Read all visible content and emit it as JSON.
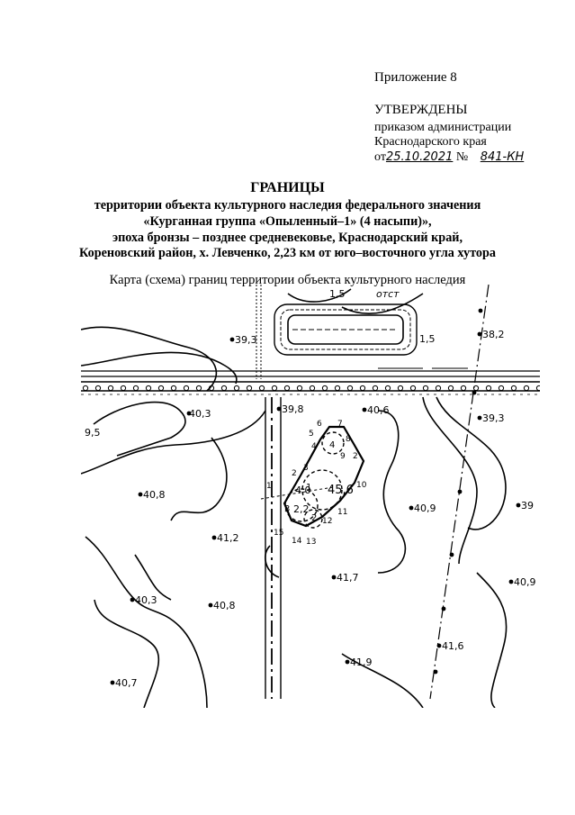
{
  "header": {
    "annex": "Приложение 8",
    "approved": "УТВЕРЖДЕНЫ",
    "approved_by": "приказом администрации",
    "approved_org": "Краснодарского края",
    "date_prefix": "от",
    "date_value": "25.10.2021",
    "number_prefix": "№",
    "number_value": "841-КН"
  },
  "title": {
    "main": "ГРАНИЦЫ",
    "line1": "территории объекта культурного наследия федерального значения",
    "line2": "«Курганная группа «Опыленный–1» (4 насыпи)»,",
    "line3": "эпоха бронзы – позднее средневековье, Краснодарский край,",
    "line4": "Кореновский район, х. Левченко, 2,23 км от юго–восточного угла хутора"
  },
  "map": {
    "caption": "Карта (схема) границ территории объекта культурного наследия",
    "elevations": [
      "39,3",
      "38,2",
      "39,8",
      "40,6",
      "39,3",
      "40,3",
      "9,5",
      "40,8",
      "40,9",
      "39",
      "41,2",
      "41,7",
      "40,3",
      "40,8",
      "40,9",
      "41,6",
      "41,9",
      "40,7"
    ],
    "labels": [
      "1,5",
      "отст",
      "1,5"
    ],
    "boundary_points": [
      "1",
      "2",
      "3",
      "4",
      "5",
      "6",
      "7",
      "8",
      "9",
      "10",
      "11",
      "12",
      "13",
      "14",
      "15"
    ],
    "mounds": [
      "1",
      "2",
      "3",
      "4"
    ],
    "mound_heights": [
      "2,2",
      "4,0",
      "45,6"
    ],
    "colors": {
      "ink": "#000000",
      "paper": "#ffffff"
    }
  }
}
